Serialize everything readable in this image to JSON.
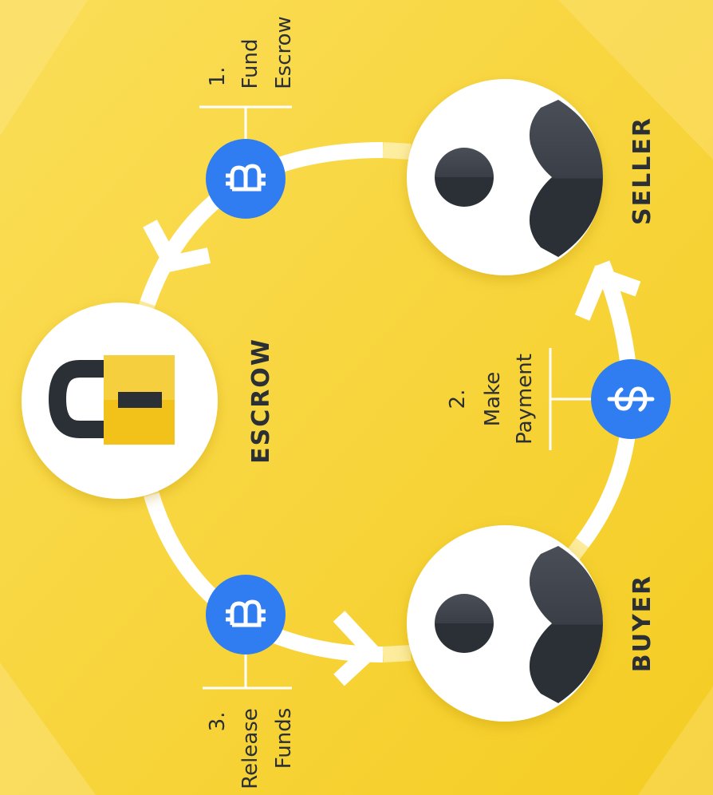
{
  "colors": {
    "background": "#F8D234",
    "accent_blue": "#2F7DF0",
    "dark": "#2B2F36",
    "lock_yellow": "#F2C21B",
    "white": "#FFFFFF"
  },
  "nodes": {
    "escrow": {
      "label": "ESCROW",
      "icon": "padlock-icon"
    },
    "seller": {
      "label": "SELLER",
      "icon": "user-icon"
    },
    "buyer": {
      "label": "BUYER",
      "icon": "user-icon"
    }
  },
  "steps": [
    {
      "number": "1.",
      "line1": "Fund",
      "line2": "Escrow",
      "icon": "bitcoin-icon"
    },
    {
      "number": "2.",
      "line1": "Make",
      "line2": "Payment",
      "icon": "dollar-icon"
    },
    {
      "number": "3.",
      "line1": "Release",
      "line2": "Funds",
      "icon": "bitcoin-icon"
    }
  ]
}
